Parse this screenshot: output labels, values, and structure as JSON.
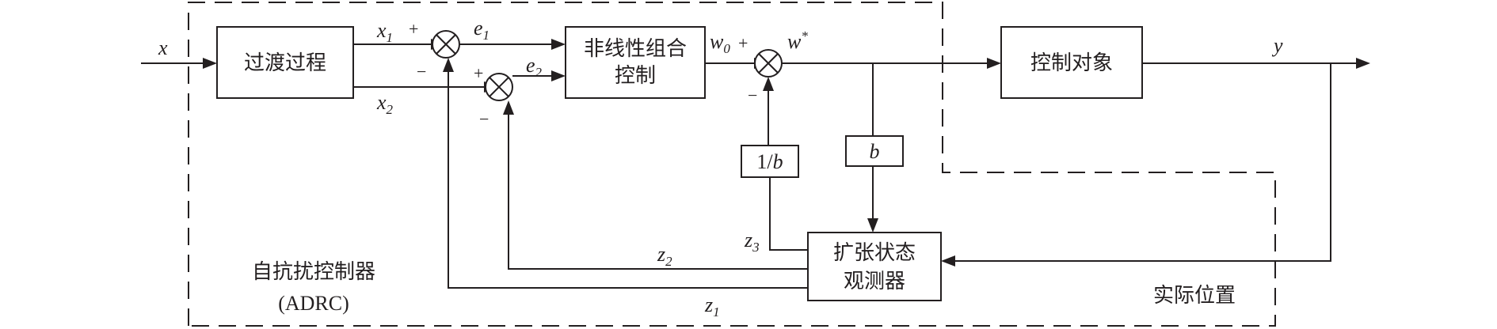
{
  "blocks": {
    "transition": "过渡过程",
    "nonlinear_line1": "非线性组合",
    "nonlinear_line2": "控制",
    "plant": "控制对象",
    "eso_line1": "扩张状态",
    "eso_line2": "观测器",
    "b_gain": "b",
    "inv_b_num": "1/",
    "inv_b_var": "b"
  },
  "signals": {
    "x": "x",
    "x1": "x",
    "x1_sub": "1",
    "x2": "x",
    "x2_sub": "2",
    "e1": "e",
    "e1_sub": "1",
    "e2": "e",
    "e2_sub": "2",
    "w0": "w",
    "w0_sub": "0",
    "wstar": "w",
    "wstar_sup": "*",
    "y": "y",
    "z1": "z",
    "z1_sub": "1",
    "z2": "z",
    "z2_sub": "2",
    "z3": "z",
    "z3_sub": "3"
  },
  "signs": {
    "plus": "+",
    "minus": "−"
  },
  "regions": {
    "adrc_line1": "自抗扰控制器",
    "adrc_line2": "(ADRC)",
    "actual": "实际位置"
  }
}
